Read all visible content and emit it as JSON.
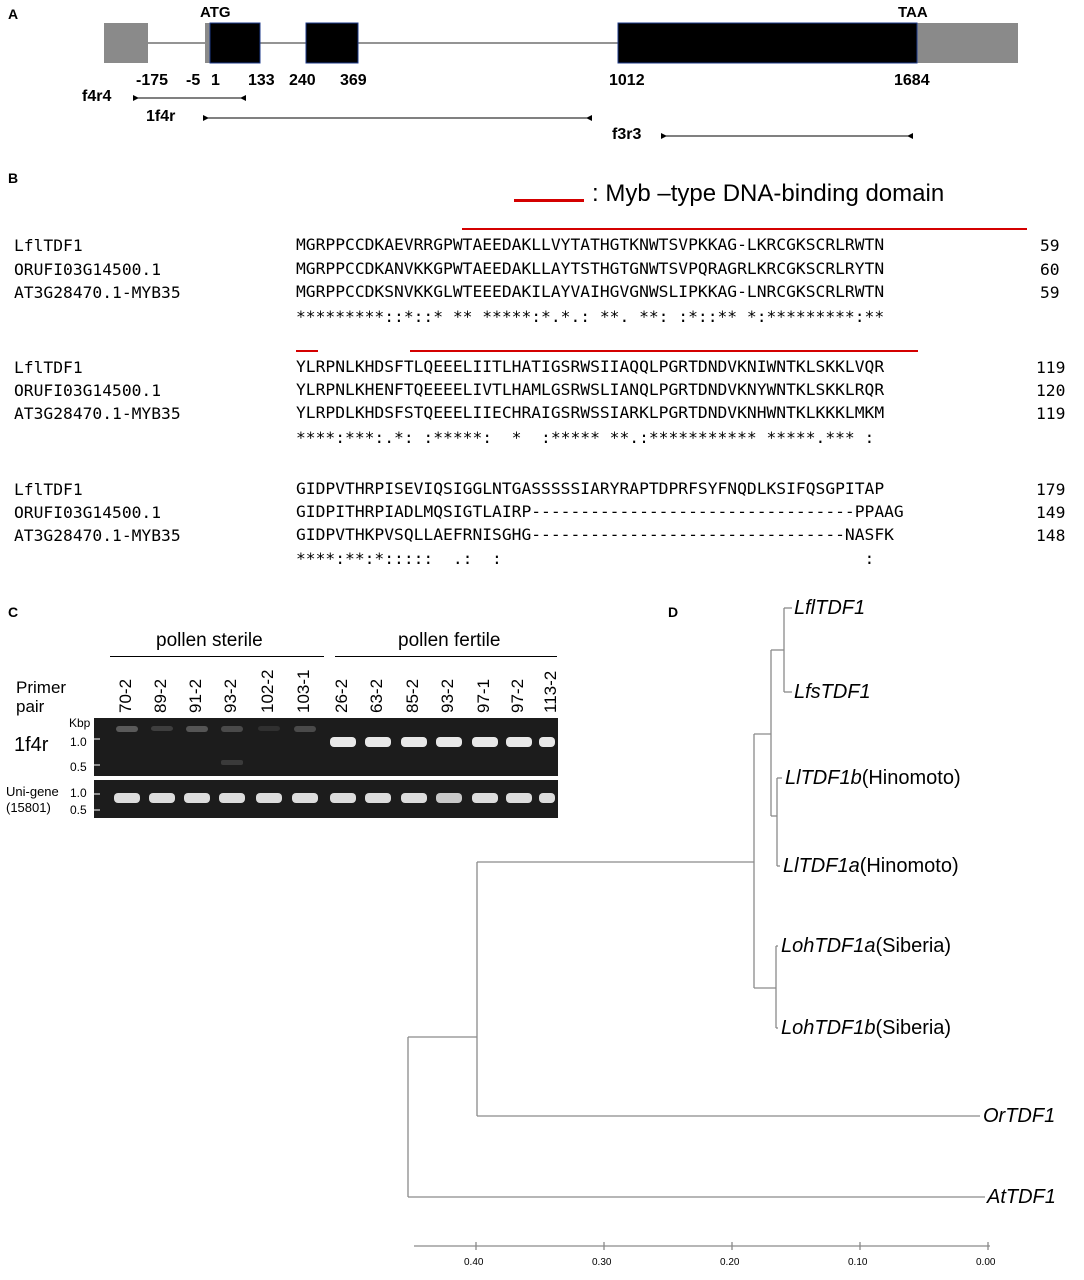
{
  "panelA": {
    "letter": "A",
    "start_codon": "ATG",
    "stop_codon": "TAA",
    "positions": [
      "-175",
      "-5",
      "1",
      "133",
      "240",
      "369",
      "1012",
      "1684"
    ],
    "primers": [
      "f4r4",
      "1f4r",
      "f3r3"
    ]
  },
  "panelB": {
    "letter": "B",
    "legend": ": Myb –type DNA-binding domain",
    "legend_color": "#d40000",
    "blocks": [
      {
        "rows": [
          {
            "name": "LflTDF1",
            "seq": "MGRPPCCDKAEVRRGPWTAEEDAKLLVYTATHGTKNWTSVPKKAG-LKRCGKSCRLRWTN",
            "num": "59"
          },
          {
            "name": "ORUFI03G14500.1",
            "seq": "MGRPPCCDKANVKKGPWTAEEDAKLLAYTSTHGTGNWTSVPQRAGRLKRCGKSCRLRYTN",
            "num": "60"
          },
          {
            "name": "AT3G28470.1-MYB35",
            "seq": "MGRPPCCDKSNVKKGLWTEEEDAKILAYVAIHGVGNWSLIPKKAG-LNRCGKSCRLRWTN",
            "num": "59"
          }
        ],
        "consensus": "*********::*::* ** *****:*.*.: **. **: :*::** *:*********:**"
      },
      {
        "rows": [
          {
            "name": "LflTDF1",
            "seq": "YLRPNLKHDSFTLQEEELIITLHATIGSRWSIIAQQLPGRTDNDVKNIWNTKLSKKLVQR",
            "num": "119"
          },
          {
            "name": "ORUFI03G14500.1",
            "seq": "YLRPNLKHENFTQEEEELIVTLHAMLGSRWSLIANQLPGRTDNDVKNYWNTKLSKKLRQR",
            "num": "120"
          },
          {
            "name": "AT3G28470.1-MYB35",
            "seq": "YLRPDLKHDSFSTQEEELIIECHRAIGSRWSSIARKLPGRTDNDVKNHWNTKLKKKLMKM",
            "num": "119"
          }
        ],
        "consensus": "****:***:.*: :*****:  *  :***** **.:*********** *****.*** :"
      },
      {
        "rows": [
          {
            "name": "LflTDF1",
            "seq": "GIDPVTHRPISEVIQSIGGLNTGASSSSSIARYRAPTDPRFSYFNQDLKSIFQSGPITAP",
            "num": "179"
          },
          {
            "name": "ORUFI03G14500.1",
            "seq": "GIDPITHRPIADLMQSIGTLAIRP---------------------------------PPAAG",
            "num": "149"
          },
          {
            "name": "AT3G28470.1-MYB35",
            "seq": "GIDPVTHKPVSQLLAEFRNISGHG--------------------------------NASFK",
            "num": "148"
          }
        ],
        "consensus": "****:**:*:::::  .:  :                                     :"
      }
    ]
  },
  "panelC": {
    "letter": "C",
    "group_sterile": "pollen sterile",
    "group_fertile": "pollen fertile",
    "primer_label": "Primer\npair",
    "lanes": [
      "70-2",
      "89-2",
      "91-2",
      "93-2",
      "102-2",
      "103-1",
      "26-2",
      "63-2",
      "85-2",
      "93-2",
      "97-1",
      "97-2",
      "113-2"
    ],
    "kbp": "Kbp",
    "marker_high": "1.0",
    "marker_low": "0.5",
    "row1_label": "1f4r",
    "row2_label": "Uni-gene\n(15801)"
  },
  "panelD": {
    "letter": "D",
    "taxa": [
      {
        "italic": "LflTDF1",
        "plain": ""
      },
      {
        "italic": "LfsTDF1",
        "plain": ""
      },
      {
        "italic": "LlTDF1b",
        "plain": "(Hinomoto)"
      },
      {
        "italic": "LlTDF1a",
        "plain": "(Hinomoto)"
      },
      {
        "italic": "LohTDF1a",
        "plain": "(Siberia)"
      },
      {
        "italic": "LohTDF1b",
        "plain": "(Siberia)"
      },
      {
        "italic": "OrTDF1",
        "plain": ""
      },
      {
        "italic": "AtTDF1",
        "plain": ""
      }
    ],
    "axis_ticks": [
      "0.40",
      "0.30",
      "0.20",
      "0.10",
      "0.00"
    ]
  }
}
